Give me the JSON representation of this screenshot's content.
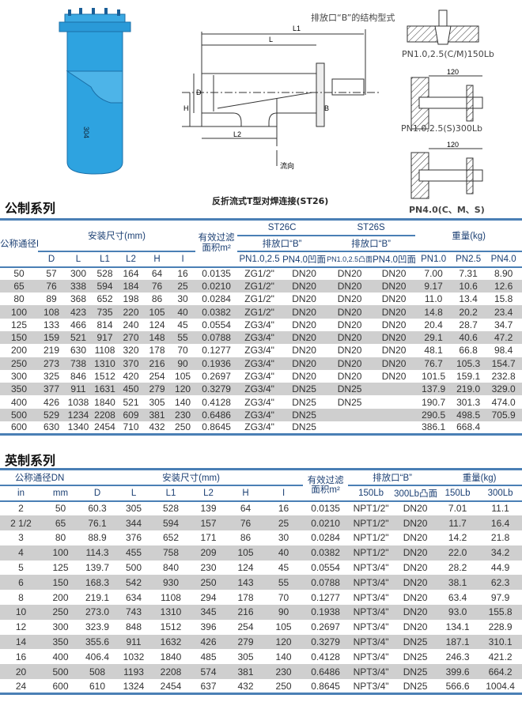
{
  "drawing": {
    "strainer_marking": "304",
    "drain_title": "排放口“B”的结构型式",
    "dim_labels": {
      "L1": "L1",
      "L": "L",
      "L2": "L2",
      "D": "D",
      "H": "H",
      "B": "B",
      "flow": "流向",
      "w1": "120",
      "w2": "120"
    },
    "caption_main": "反折流式T型对焊连接(ST26)",
    "caption_1": "PN1.0,2.5(C/M)150Lb",
    "caption_2": "PN1.0,2.5(S)300Lb",
    "caption_3": "PN4.0(C、M、S)"
  },
  "metric": {
    "title": "公制系列",
    "h_dn": "公称通径DN",
    "h_install": "安装尺寸(mm)",
    "h_area": "有效过滤面积m²",
    "h_st26c": "ST26C",
    "h_st26s": "ST26S",
    "h_drain_c": "排放口“B”",
    "h_drain_s": "排放口“B”",
    "h_weight": "重量(kg)",
    "sub": [
      "D",
      "L",
      "L1",
      "L2",
      "H",
      "I",
      "PN1.0,2.5",
      "PN4.0凹面",
      "PN1.0,2.5凸面",
      "PN4.0凹面",
      "PN1.0",
      "PN2.5",
      "PN4.0"
    ],
    "rows": [
      [
        "50",
        "57",
        "300",
        "528",
        "164",
        "64",
        "16",
        "0.0135",
        "ZG1/2\"",
        "DN20",
        "DN20",
        "DN20",
        "7.00",
        "7.31",
        "8.90"
      ],
      [
        "65",
        "76",
        "338",
        "594",
        "184",
        "76",
        "25",
        "0.0210",
        "ZG1/2\"",
        "DN20",
        "DN20",
        "DN20",
        "9.17",
        "10.6",
        "12.6"
      ],
      [
        "80",
        "89",
        "368",
        "652",
        "198",
        "86",
        "30",
        "0.0284",
        "ZG1/2\"",
        "DN20",
        "DN20",
        "DN20",
        "11.0",
        "13.4",
        "15.8"
      ],
      [
        "100",
        "108",
        "423",
        "735",
        "220",
        "105",
        "40",
        "0.0382",
        "ZG1/2\"",
        "DN20",
        "DN20",
        "DN20",
        "14.8",
        "20.2",
        "23.4"
      ],
      [
        "125",
        "133",
        "466",
        "814",
        "240",
        "124",
        "45",
        "0.0554",
        "ZG3/4\"",
        "DN20",
        "DN20",
        "DN20",
        "20.4",
        "28.7",
        "34.7"
      ],
      [
        "150",
        "159",
        "521",
        "917",
        "270",
        "148",
        "55",
        "0.0788",
        "ZG3/4\"",
        "DN20",
        "DN20",
        "DN20",
        "29.1",
        "40.6",
        "47.2"
      ],
      [
        "200",
        "219",
        "630",
        "1108",
        "320",
        "178",
        "70",
        "0.1277",
        "ZG3/4\"",
        "DN20",
        "DN20",
        "DN20",
        "48.1",
        "66.8",
        "98.4"
      ],
      [
        "250",
        "273",
        "738",
        "1310",
        "370",
        "216",
        "90",
        "0.1936",
        "ZG3/4\"",
        "DN20",
        "DN20",
        "DN20",
        "76.7",
        "105.3",
        "154.7"
      ],
      [
        "300",
        "325",
        "846",
        "1512",
        "420",
        "254",
        "105",
        "0.2697",
        "ZG3/4\"",
        "DN20",
        "DN20",
        "DN20",
        "101.5",
        "159.1",
        "232.8"
      ],
      [
        "350",
        "377",
        "911",
        "1631",
        "450",
        "279",
        "120",
        "0.3279",
        "ZG3/4\"",
        "DN25",
        "DN25",
        "",
        "137.9",
        "219.0",
        "329.0"
      ],
      [
        "400",
        "426",
        "1038",
        "1840",
        "521",
        "305",
        "140",
        "0.4128",
        "ZG3/4\"",
        "DN25",
        "DN25",
        "",
        "190.7",
        "301.3",
        "474.0"
      ],
      [
        "500",
        "529",
        "1234",
        "2208",
        "609",
        "381",
        "230",
        "0.6486",
        "ZG3/4\"",
        "DN25",
        "",
        "",
        "290.5",
        "498.5",
        "705.9"
      ],
      [
        "600",
        "630",
        "1340",
        "2454",
        "710",
        "432",
        "250",
        "0.8645",
        "ZG3/4\"",
        "DN25",
        "",
        "",
        "386.1",
        "668.4",
        ""
      ]
    ]
  },
  "imperial": {
    "title": "英制系列",
    "h_dn": "公称通径DN",
    "h_install": "安装尺寸(mm)",
    "h_area": "有效过滤面积m²",
    "h_drain": "排放口“B”",
    "h_weight": "重量(kg)",
    "sub": [
      "in",
      "mm",
      "D",
      "L",
      "L1",
      "L2",
      "H",
      "I",
      "150Lb",
      "300Lb凸面",
      "150Lb",
      "300Lb"
    ],
    "rows": [
      [
        "2",
        "50",
        "60.3",
        "305",
        "528",
        "139",
        "64",
        "16",
        "0.0135",
        "NPT1/2\"",
        "DN20",
        "7.01",
        "11.1"
      ],
      [
        "2 1/2",
        "65",
        "76.1",
        "344",
        "594",
        "157",
        "76",
        "25",
        "0.0210",
        "NPT1/2\"",
        "DN20",
        "11.7",
        "16.4"
      ],
      [
        "3",
        "80",
        "88.9",
        "376",
        "652",
        "171",
        "86",
        "30",
        "0.0284",
        "NPT1/2\"",
        "DN20",
        "14.2",
        "21.8"
      ],
      [
        "4",
        "100",
        "114.3",
        "455",
        "758",
        "209",
        "105",
        "40",
        "0.0382",
        "NPT1/2\"",
        "DN20",
        "22.0",
        "34.2"
      ],
      [
        "5",
        "125",
        "139.7",
        "500",
        "840",
        "230",
        "124",
        "45",
        "0.0554",
        "NPT3/4\"",
        "DN20",
        "28.2",
        "44.9"
      ],
      [
        "6",
        "150",
        "168.3",
        "542",
        "930",
        "250",
        "143",
        "55",
        "0.0788",
        "NPT3/4\"",
        "DN20",
        "38.1",
        "62.3"
      ],
      [
        "8",
        "200",
        "219.1",
        "634",
        "1108",
        "294",
        "178",
        "70",
        "0.1277",
        "NPT3/4\"",
        "DN20",
        "63.4",
        "97.9"
      ],
      [
        "10",
        "250",
        "273.0",
        "743",
        "1310",
        "345",
        "216",
        "90",
        "0.1938",
        "NPT3/4\"",
        "DN20",
        "93.0",
        "155.8"
      ],
      [
        "12",
        "300",
        "323.9",
        "848",
        "1512",
        "396",
        "254",
        "105",
        "0.2697",
        "NPT3/4\"",
        "DN20",
        "134.1",
        "228.9"
      ],
      [
        "14",
        "350",
        "355.6",
        "911",
        "1632",
        "426",
        "279",
        "120",
        "0.3279",
        "NPT3/4\"",
        "DN25",
        "187.1",
        "310.1"
      ],
      [
        "16",
        "400",
        "406.4",
        "1032",
        "1840",
        "485",
        "305",
        "140",
        "0.4128",
        "NPT3/4\"",
        "DN25",
        "246.3",
        "421.2"
      ],
      [
        "20",
        "500",
        "508",
        "1193",
        "2208",
        "574",
        "381",
        "230",
        "0.6486",
        "NPT3/4\"",
        "DN25",
        "399.6",
        "664.2"
      ],
      [
        "24",
        "600",
        "610",
        "1324",
        "2454",
        "637",
        "432",
        "250",
        "0.8645",
        "NPT3/4\"",
        "DN25",
        "566.6",
        "1004.4"
      ]
    ]
  }
}
